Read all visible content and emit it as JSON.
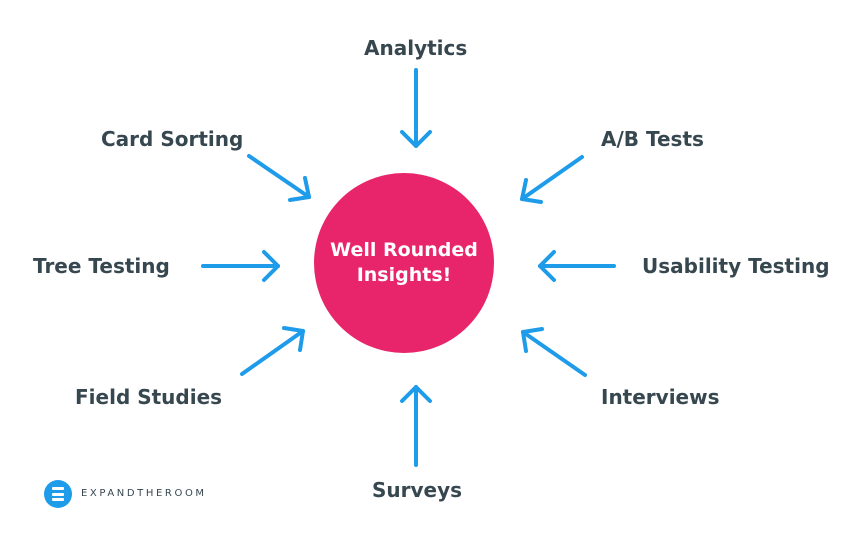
{
  "center": {
    "line1": "Well Rounded",
    "line2": "Insights!"
  },
  "methods": [
    "Analytics",
    "A/B Tests",
    "Usability Testing",
    "Interviews",
    "Surveys",
    "Field Studies",
    "Tree Testing",
    "Card Sorting"
  ],
  "brand": {
    "name": "EXPANDTHEROOM",
    "logo_icon": "expandtheroom-logo-icon"
  },
  "colors": {
    "accent": "#e8256a",
    "arrow": "#1e9be9",
    "text": "#37474f"
  }
}
